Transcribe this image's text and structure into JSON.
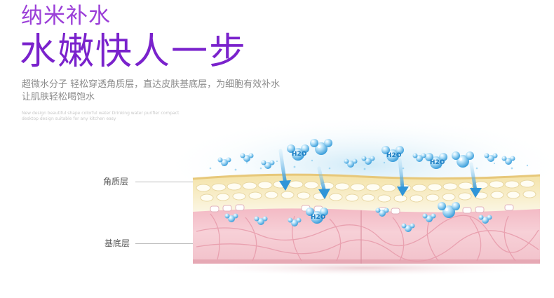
{
  "headline": {
    "small": "纳米补水",
    "big": "水嫩快人一步"
  },
  "description": {
    "line1": "超微水分子 轻松穿透角质层，直达皮肤基底层，为细胞有效补水",
    "line2": "让肌肤轻松喝饱水"
  },
  "english": {
    "line1": "New design beautiful shape colorful water Drinking water purifier compact",
    "line2": "desktop design suitable for any kitchen easy"
  },
  "labels": {
    "stratum_corneum": "角质层",
    "basal_layer": "基底层"
  },
  "molecule_text": "H2O",
  "colors": {
    "headline_small": "#9b3fd8",
    "headline_big": "#7a22cc",
    "description": "#8a8a8a",
    "skin_pink": "#f5c7cf",
    "water_blue": "#4fb3e8"
  },
  "icons": {
    "water_molecule": "h2o-bubble-icon",
    "penetration_arrow": "arrow-down-icon"
  }
}
